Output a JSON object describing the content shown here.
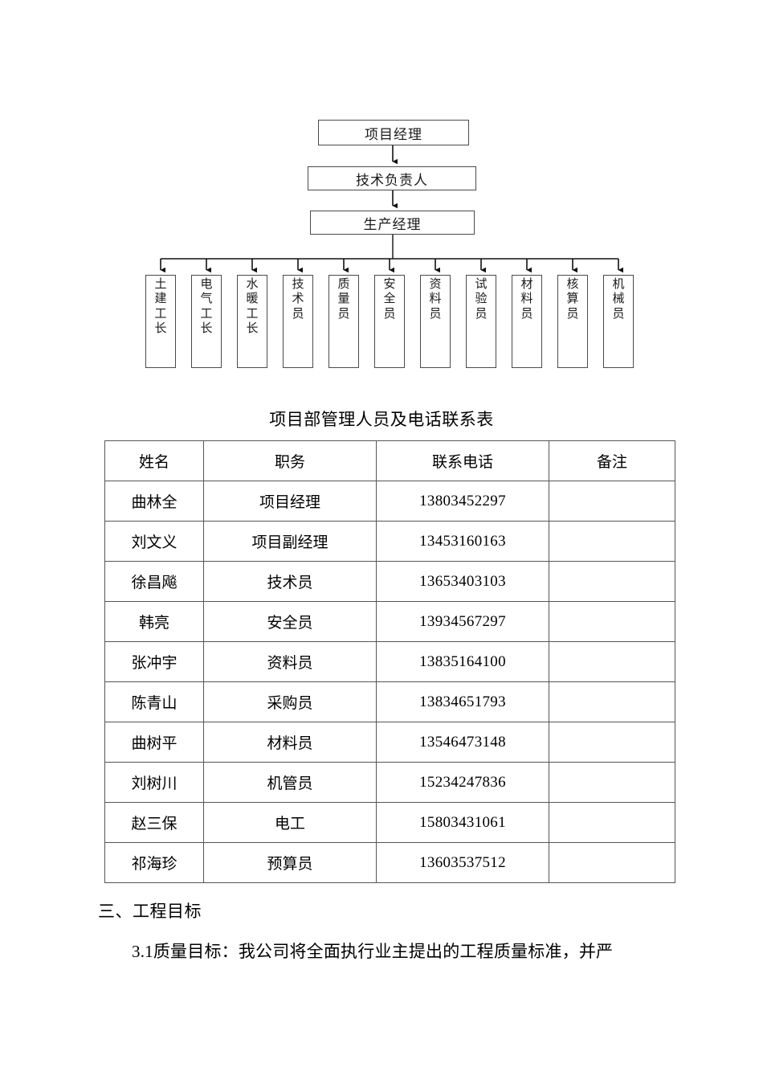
{
  "org_chart": {
    "top_boxes": [
      {
        "label": "项目经理",
        "name": "org-box-project-manager"
      },
      {
        "label": "技术负责人",
        "name": "org-box-technical-director"
      },
      {
        "label": "生产经理",
        "name": "org-box-production-manager"
      }
    ],
    "leaf_boxes": [
      {
        "label": "土建工长"
      },
      {
        "label": "电气工长"
      },
      {
        "label": "水暖工长"
      },
      {
        "label": "技术员"
      },
      {
        "label": "质量员"
      },
      {
        "label": "安全员"
      },
      {
        "label": "资料员"
      },
      {
        "label": "试验员"
      },
      {
        "label": "材料员"
      },
      {
        "label": "核算员"
      },
      {
        "label": "机械员"
      }
    ]
  },
  "table": {
    "title": "项目部管理人员及电话联系表",
    "headers": [
      "姓名",
      "职务",
      "联系电话",
      "备注"
    ],
    "rows": [
      {
        "name": "曲林全",
        "role": "项目经理",
        "phone": "13803452297",
        "note": ""
      },
      {
        "name": "刘文义",
        "role": "项目副经理",
        "phone": "13453160163",
        "note": ""
      },
      {
        "name": "徐昌飚",
        "role": "技术员",
        "phone": "13653403103",
        "note": ""
      },
      {
        "name": "韩亮",
        "role": "安全员",
        "phone": "13934567297",
        "note": ""
      },
      {
        "name": "张冲宇",
        "role": "资料员",
        "phone": "13835164100",
        "note": ""
      },
      {
        "name": "陈青山",
        "role": "采购员",
        "phone": "13834651793",
        "note": ""
      },
      {
        "name": "曲树平",
        "role": "材料员",
        "phone": "13546473148",
        "note": ""
      },
      {
        "name": "刘树川",
        "role": "机管员",
        "phone": "15234247836",
        "note": ""
      },
      {
        "name": "赵三保",
        "role": "电工",
        "phone": "15803431061",
        "note": ""
      },
      {
        "name": "祁海珍",
        "role": "预算员",
        "phone": "13603537512",
        "note": ""
      }
    ]
  },
  "body": {
    "section_heading": "三、工程目标",
    "paragraph": "3.1质量目标：我公司将全面执行业主提出的工程质量标准，并严"
  },
  "colors": {
    "text": "#000000",
    "border": "#555555",
    "box_border": "#4a4a4a",
    "page_background": "#ffffff"
  }
}
